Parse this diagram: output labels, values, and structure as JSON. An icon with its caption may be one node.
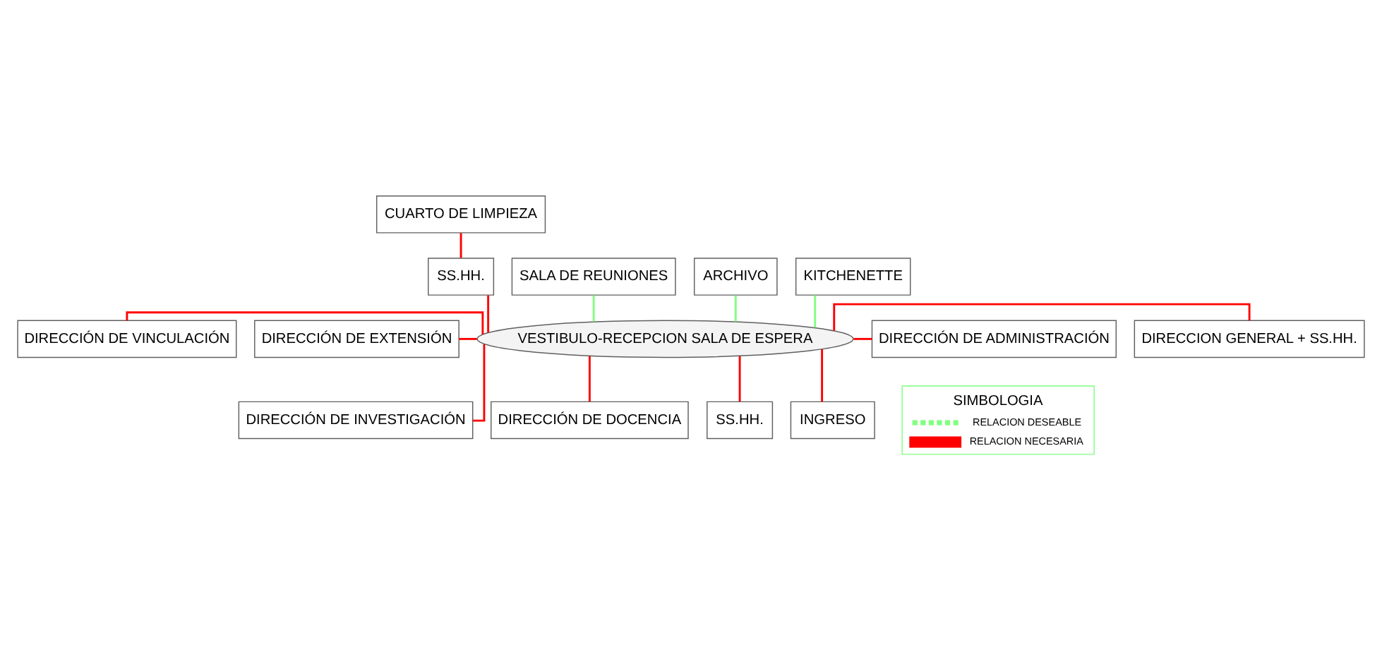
{
  "diagram": {
    "nodes": [
      {
        "text": [
          "CUARTO DE LIMPIEZA"
        ]
      },
      {
        "text": [
          "SALA DE REUNIONES"
        ]
      },
      {
        "text": [
          "SS.HH."
        ]
      },
      {
        "text": [
          "ARCHIVO"
        ]
      },
      {
        "text": [
          "KITCHENETTE"
        ]
      },
      {
        "text": [
          "DIRECCIÓN DE VINCULACIÓN"
        ]
      },
      {
        "text": [
          "DIRECCION GENERAL + SS.HH."
        ]
      },
      {
        "text": [
          "DIRECCIÓN DE EXTENSIÓN"
        ]
      },
      {
        "text": [
          "DIRECCIÓN DE ADMINISTRACIÓN"
        ]
      },
      {
        "text": [
          "VESTIBULO-RECEPCION SALA DE ESPERA"
        ]
      },
      {
        "text": [
          "DIRECCIÓN DE INVESTIGACIÓN"
        ]
      },
      {
        "text": [
          "DIRECCIÓN DE DOCENCIA"
        ]
      },
      {
        "text": [
          "SS.HH."
        ]
      },
      {
        "text": [
          "INGRESO"
        ]
      }
    ],
    "edges": [
      {
        "from": 0,
        "to": 2,
        "arrow": "none"
      },
      {
        "from": 1,
        "to": 9,
        "arrow": "none",
        "color": "#80ff80"
      },
      {
        "from": 2,
        "to": 9,
        "arrow": "none"
      },
      {
        "from": 3,
        "to": 9,
        "arrow": "none",
        "color": "#80ff80"
      },
      {
        "from": 4,
        "to": 9,
        "arrow": "none",
        "color": "#80ff80"
      },
      {
        "from": 5,
        "to": 9,
        "arrow": "none"
      },
      {
        "from": 7,
        "to": 9,
        "arrow": "none"
      },
      {
        "from": 9,
        "to": 6,
        "arrow": "none"
      },
      {
        "from": 9,
        "to": 8,
        "arrow": "none"
      },
      {
        "from": 9,
        "to": 10,
        "arrow": "none"
      },
      {
        "from": 9,
        "to": 11,
        "arrow": "none"
      },
      {
        "from": 9,
        "to": 12,
        "arrow": "none"
      },
      {
        "from": 9,
        "to": 13,
        "arrow": "none"
      }
    ],
    "labels": [
      "SIMBOLOGIA"
    ],
    "legend": [
      {
        "text": "RELACION DESEABLE"
      },
      {
        "text": "RELACION NECESARIA"
      }
    ]
  }
}
